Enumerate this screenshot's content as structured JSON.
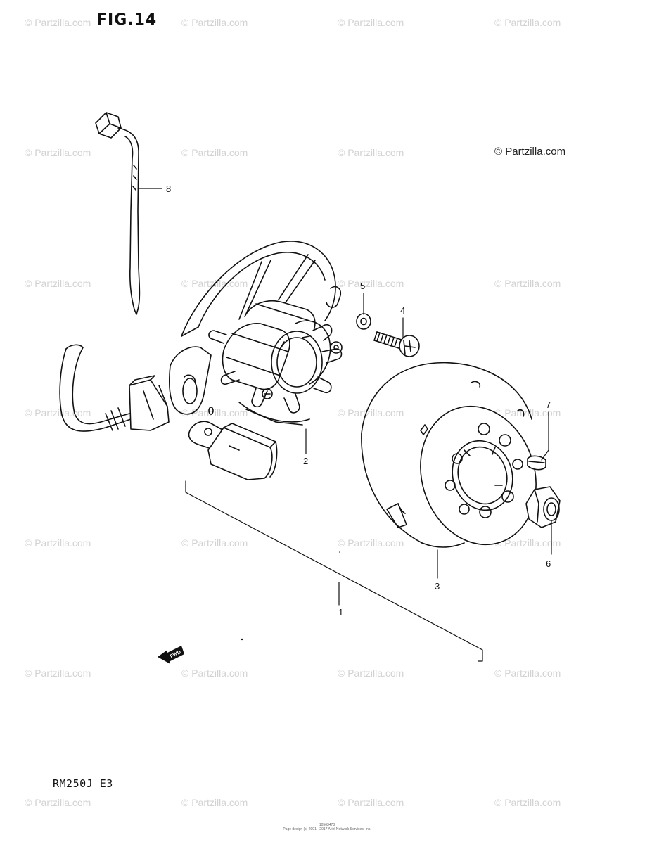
{
  "figure": {
    "title": "FIG.14"
  },
  "watermark": {
    "text": "© Partzilla.com"
  },
  "copyright": {
    "text": "© Partzilla.com"
  },
  "model": {
    "code": "RM250J  E3"
  },
  "callouts": {
    "c1": "1",
    "c2": "2",
    "c3": "3",
    "c4": "4",
    "c5": "5",
    "c6": "6",
    "c7": "7",
    "c8": "8"
  },
  "fwd_arrow": {
    "label": "FWD"
  },
  "footer": {
    "line1": "10563473",
    "line2": "Page design (c) 2001 - 2017 Ariel Network Services, Inc."
  },
  "colors": {
    "ink": "#111111",
    "watermark": "#d2d2d2",
    "background": "#ffffff"
  },
  "icons": {
    "fwd": "fwd-arrow-icon"
  }
}
